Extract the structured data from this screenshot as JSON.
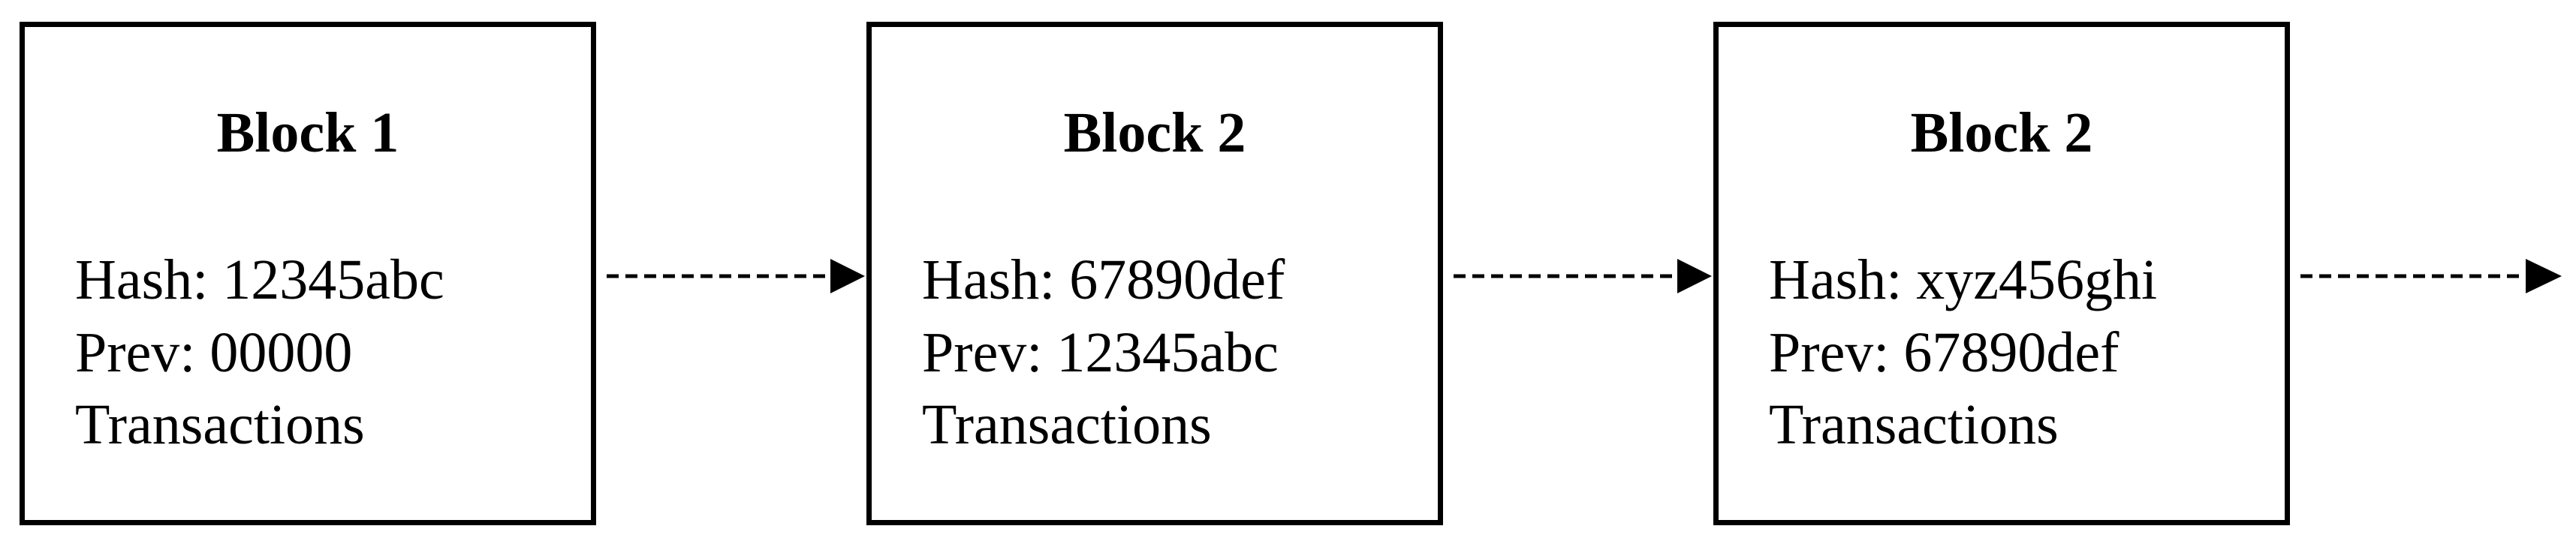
{
  "blocks": [
    {
      "title": "Block 1",
      "hash": "Hash: 12345abc",
      "prev": "Prev: 00000",
      "transactions": "Transactions"
    },
    {
      "title": "Block 2",
      "hash": "Hash: 67890def",
      "prev": "Prev: 12345abc",
      "transactions": "Transactions"
    },
    {
      "title": "Block 2",
      "hash": "Hash: xyz456ghi",
      "prev": "Prev: 67890def",
      "transactions": "Transactions"
    }
  ],
  "colors": {
    "stroke": "#000000",
    "background": "#ffffff"
  }
}
